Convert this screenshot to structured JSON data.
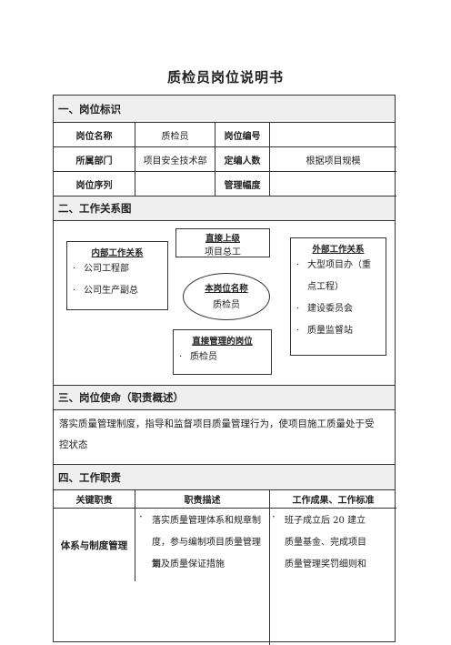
{
  "doc_title": "质检员岗位说明书",
  "section1": {
    "heading": "一、岗位标识",
    "row1": {
      "label_a": "岗位名称",
      "value_a": "质检员",
      "label_b": "岗位编号",
      "value_b": ""
    },
    "row2": {
      "label_a": "所属部门",
      "value_a": "项目安全技术部",
      "label_b": "定编人数",
      "value_b": "根据项目规模"
    },
    "row3": {
      "label_a": "岗位序列",
      "value_a": "",
      "label_b": "管理幅度",
      "value_b": ""
    }
  },
  "section2": {
    "heading": "二、工作关系图",
    "superior": {
      "title": "直接上级",
      "value": "项目总工"
    },
    "internal": {
      "title": "内部工作关系",
      "items": [
        "公司工程部",
        "公司生产副总"
      ]
    },
    "position": {
      "title": "本岗位名称",
      "value": "质检员"
    },
    "external": {
      "title": "外部工作关系",
      "items": [
        "大型项目办（重",
        "点工程）",
        "建设委员会",
        "质量监督站"
      ]
    },
    "subordinate": {
      "title": "直接管理的岗位",
      "items": [
        "质检员"
      ]
    }
  },
  "section3": {
    "heading": "三、岗位使命（职责概述）",
    "text_line1": "落实质量管理制度，指导和监督项目质量管理行为，使项目施工质量处于受",
    "text_line2": "控状态"
  },
  "section4": {
    "heading": "四、工作职责",
    "headers": [
      "关键职责",
      "职责描述",
      "工作成果、工作标准"
    ],
    "row1": {
      "key": "体系与制度管理",
      "desc": [
        "落实质量管理体系和规章制",
        "度，参与编制项目质量管理策",
        "划及质量保证措施"
      ],
      "result": [
        "班子成立后 20 建立",
        "质量基金、完成项目",
        "质量管理奖罚细则和"
      ]
    }
  }
}
